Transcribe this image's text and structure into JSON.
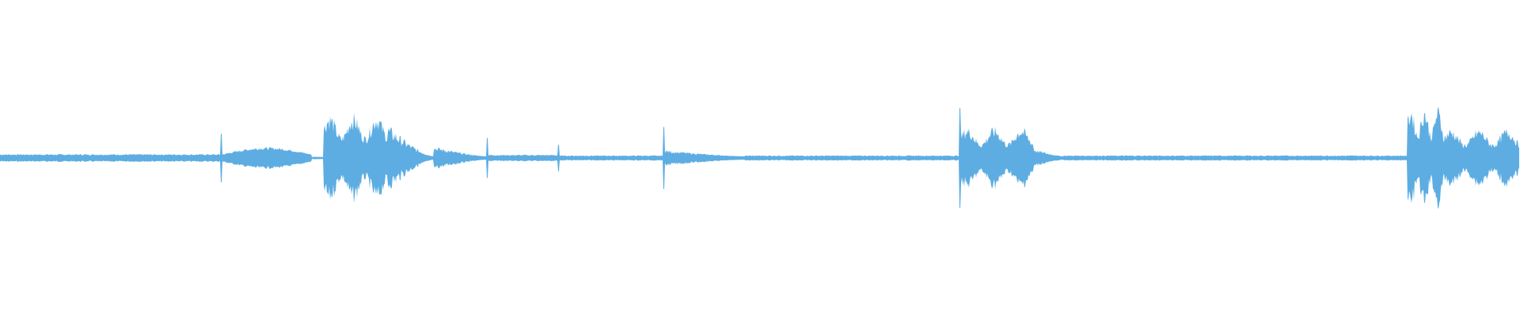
{
  "waveform": {
    "color": "#5dade2",
    "background": "#ffffff",
    "points": 1920,
    "segments": [
      {
        "start": 0.0,
        "end": 0.145,
        "type": "flat",
        "level": 0.03
      },
      {
        "start": 0.145,
        "end": 0.146,
        "type": "spike",
        "level": 0.22
      },
      {
        "start": 0.146,
        "end": 0.205,
        "type": "swell",
        "level": 0.06,
        "peak_level": 0.07
      },
      {
        "start": 0.205,
        "end": 0.213,
        "type": "flat",
        "level": 0.01
      },
      {
        "start": 0.213,
        "end": 0.255,
        "type": "dense",
        "level": 0.36
      },
      {
        "start": 0.255,
        "end": 0.285,
        "type": "decay",
        "level": 0.25
      },
      {
        "start": 0.285,
        "end": 0.32,
        "type": "decay",
        "level": 0.08
      },
      {
        "start": 0.32,
        "end": 0.321,
        "type": "spike",
        "level": 0.18
      },
      {
        "start": 0.321,
        "end": 0.367,
        "type": "flat",
        "level": 0.025
      },
      {
        "start": 0.367,
        "end": 0.368,
        "type": "spike",
        "level": 0.12
      },
      {
        "start": 0.368,
        "end": 0.436,
        "type": "flat",
        "level": 0.02
      },
      {
        "start": 0.436,
        "end": 0.437,
        "type": "spike",
        "level": 0.28
      },
      {
        "start": 0.437,
        "end": 0.49,
        "type": "decay",
        "level": 0.05
      },
      {
        "start": 0.49,
        "end": 0.631,
        "type": "flat",
        "level": 0.02
      },
      {
        "start": 0.631,
        "end": 0.632,
        "type": "spike",
        "level": 0.45
      },
      {
        "start": 0.632,
        "end": 0.68,
        "type": "dense",
        "level": 0.25
      },
      {
        "start": 0.68,
        "end": 0.7,
        "type": "decay",
        "level": 0.06
      },
      {
        "start": 0.7,
        "end": 0.926,
        "type": "flat",
        "level": 0.02
      },
      {
        "start": 0.926,
        "end": 0.95,
        "type": "dense",
        "level": 0.42
      },
      {
        "start": 0.95,
        "end": 1.0,
        "type": "dense",
        "level": 0.24
      }
    ]
  }
}
